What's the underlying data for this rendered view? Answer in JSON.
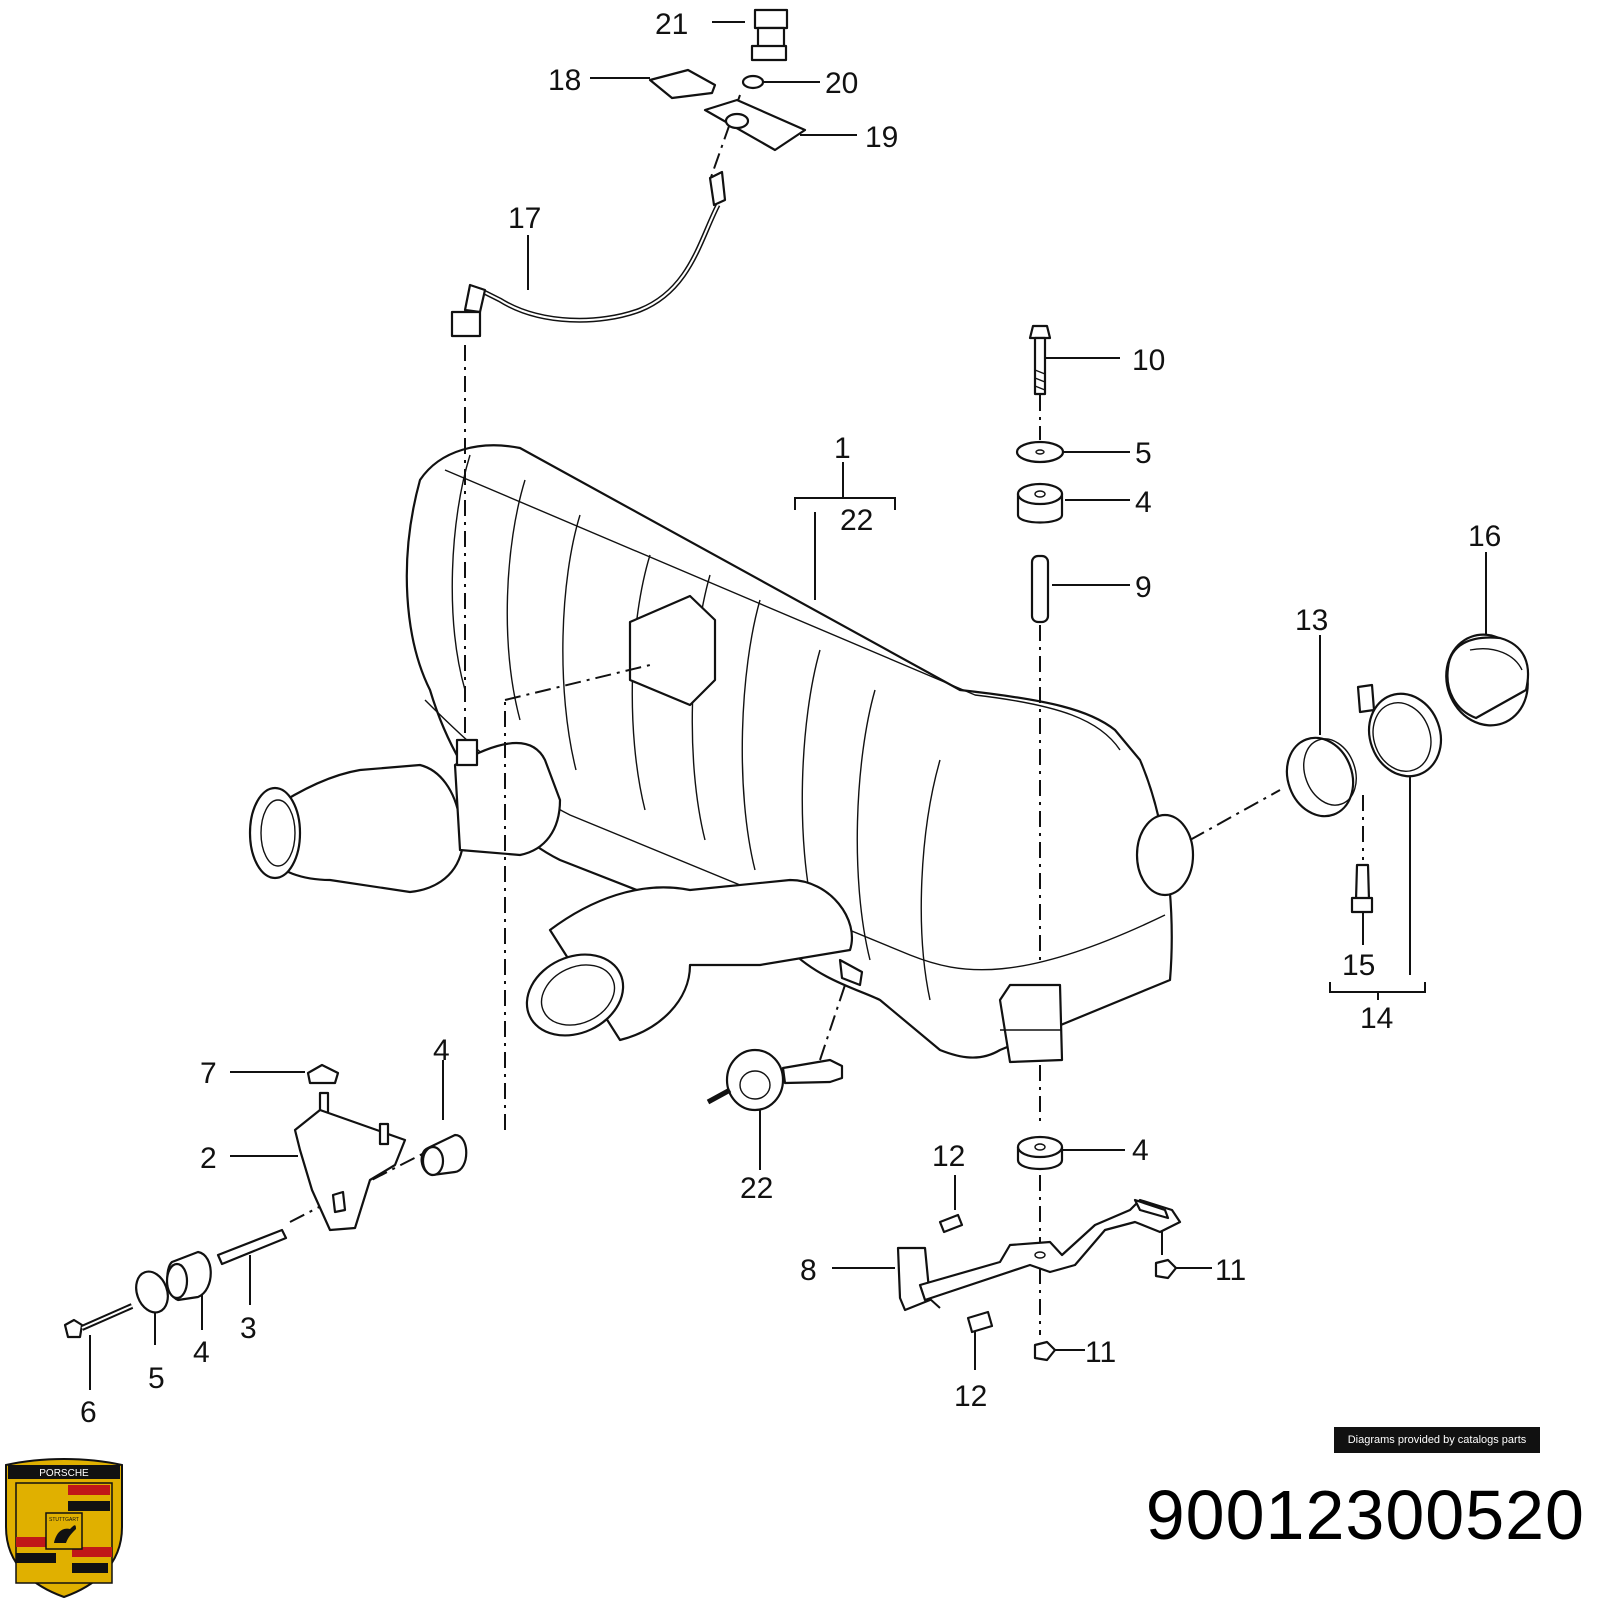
{
  "callouts": {
    "c1": "1",
    "c2": "2",
    "c3": "3",
    "c4a": "4",
    "c4b": "4",
    "c4c": "4",
    "c4d": "4",
    "c5a": "5",
    "c5b": "5",
    "c6": "6",
    "c7": "7",
    "c8": "8",
    "c9": "9",
    "c10": "10",
    "c11a": "11",
    "c11b": "11",
    "c12a": "12",
    "c12b": "12",
    "c13": "13",
    "c14": "14",
    "c15": "15",
    "c16": "16",
    "c17": "17",
    "c18": "18",
    "c19": "19",
    "c20": "20",
    "c21": "21",
    "c22a": "22",
    "c22b": "22"
  },
  "credit": "Diagrams provided by catalogs parts",
  "part_number": "90012300520",
  "logo": {
    "brand_text": "PORSCHE",
    "city_text": "STUTTGART"
  },
  "colors": {
    "line": "#111111",
    "crest_gold": "#e0b000",
    "crest_red": "#c01818",
    "crest_black": "#111111"
  }
}
